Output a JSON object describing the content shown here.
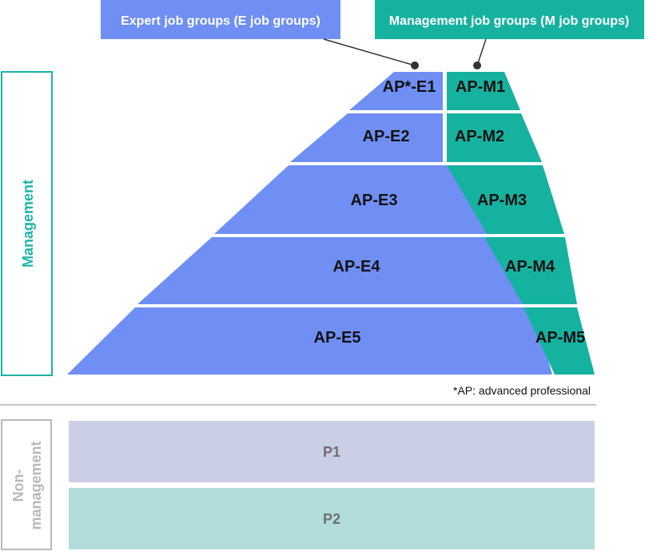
{
  "headers": {
    "expert": "Expert job groups (E job groups)",
    "management": "Management job groups (M job groups)"
  },
  "side_labels": {
    "management": "Management",
    "non_management_line1": "Non-",
    "non_management_line2": "management"
  },
  "expert_levels": [
    "AP*-E1",
    "AP-E2",
    "AP-E3",
    "AP-E4",
    "AP-E5"
  ],
  "management_levels": [
    "AP-M1",
    "AP-M2",
    "AP-M3",
    "AP-M4",
    "AP-M5"
  ],
  "footnote": "*AP: advanced professional",
  "non_management_levels": [
    "P1",
    "P2"
  ],
  "colors": {
    "expert": "#6f8ff5",
    "management": "#16b2a0",
    "p1": "#cbcfe6",
    "p2": "#b3dcdc",
    "side_management_border": "#1ab5a5",
    "side_management_text": "#1ab5a5",
    "side_non_border": "#b8b8b8",
    "side_non_text": "#b8b8b8"
  }
}
